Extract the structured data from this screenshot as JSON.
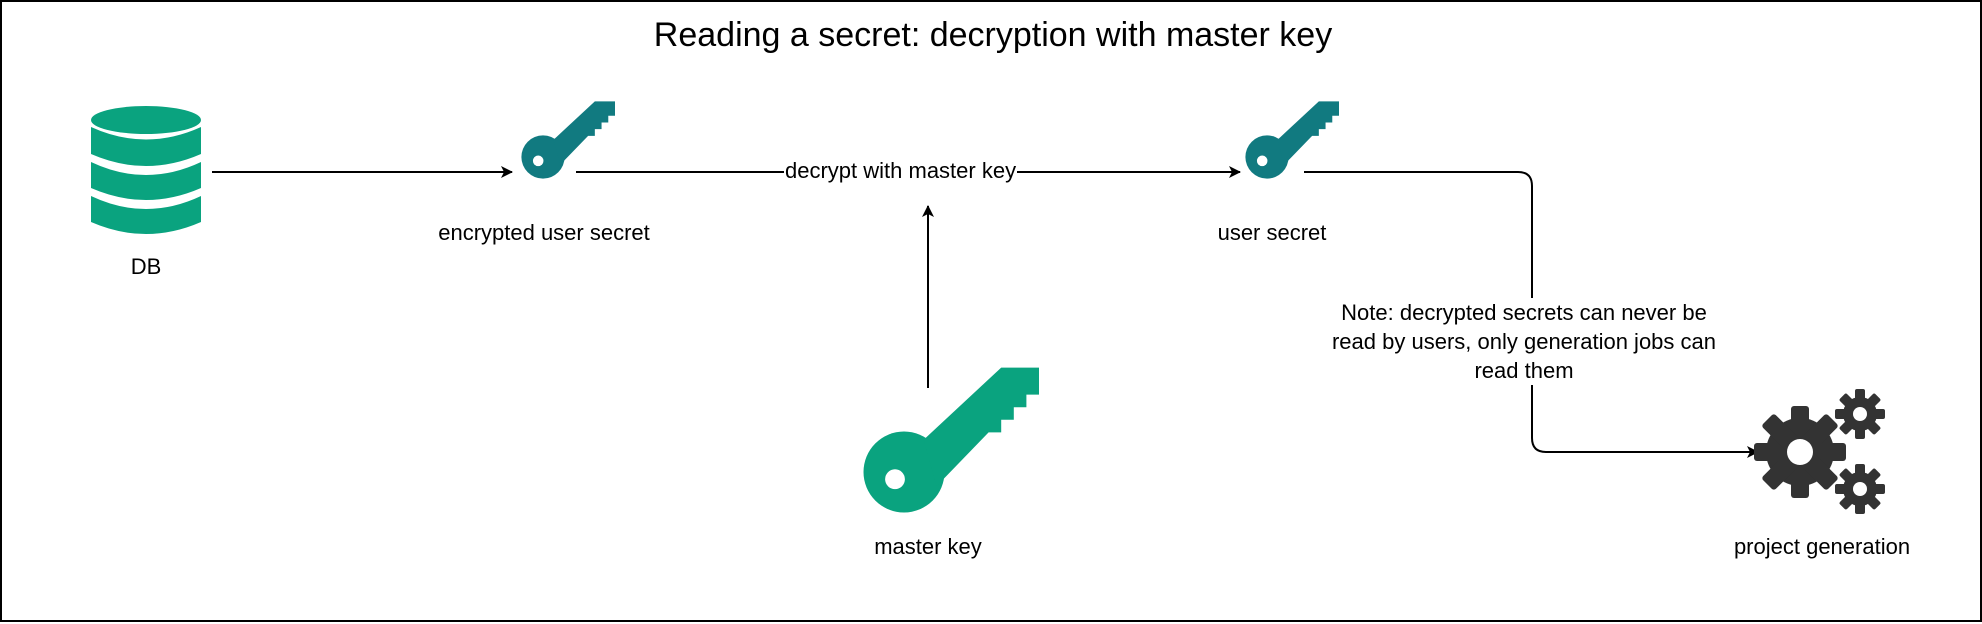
{
  "title": "Reading a secret: decryption with master key",
  "nodes": {
    "db": {
      "label": "DB",
      "icon": "database-icon",
      "color": "#0aa37f"
    },
    "encrypted_secret": {
      "label": "encrypted user secret",
      "icon": "key-icon",
      "color": "#117a80"
    },
    "user_secret": {
      "label": "user secret",
      "icon": "key-icon",
      "color": "#117a80"
    },
    "master_key": {
      "label": "master key",
      "icon": "key-icon",
      "color": "#0aa37f"
    },
    "project_generation": {
      "label": "project generation",
      "icon": "gears-icon",
      "color": "#333333"
    }
  },
  "edges": {
    "decrypt_label": "decrypt with master key",
    "note": "Note: decrypted secrets can never be read by users, only generation jobs can read them"
  },
  "colors": {
    "border": "#000000",
    "arrow": "#000000"
  }
}
